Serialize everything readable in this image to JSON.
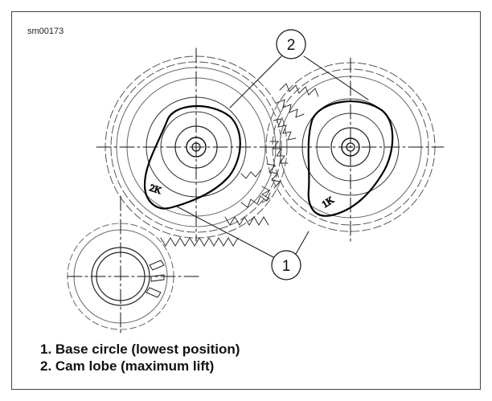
{
  "figure": {
    "reference_code": "sm00173",
    "callouts": [
      "1",
      "2"
    ],
    "cam_marks": [
      "2K",
      "1K"
    ]
  },
  "legend": {
    "items": [
      {
        "label": "1. Base circle (lowest position)"
      },
      {
        "label": "2. Cam lobe (maximum lift)"
      }
    ]
  },
  "colors": {
    "ink": "#111111",
    "background": "#ffffff"
  }
}
